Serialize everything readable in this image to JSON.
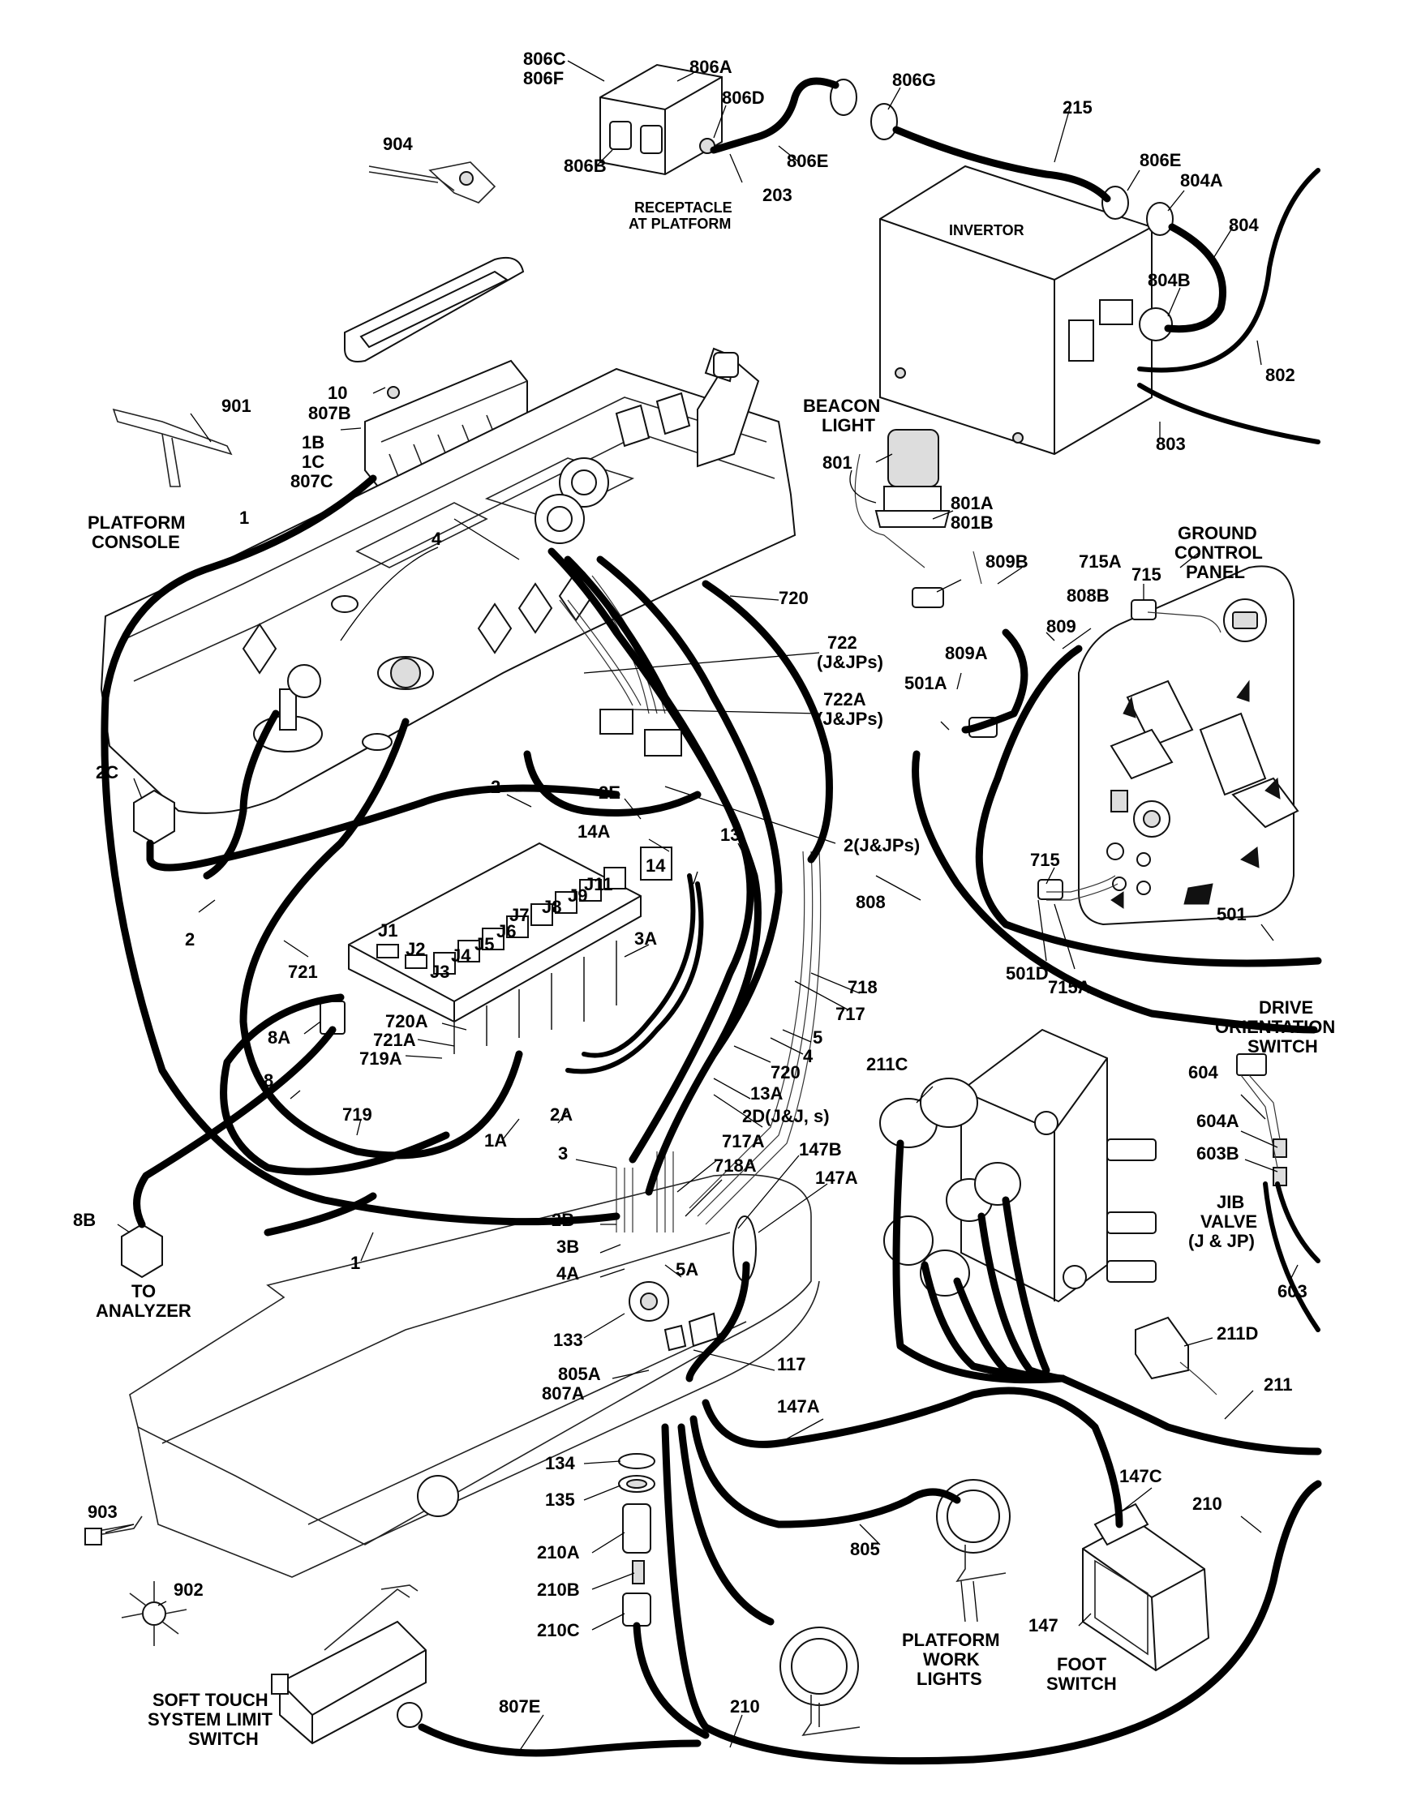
{
  "diagram": {
    "labels": [
      {
        "id": "l-806c",
        "text": "806C"
      },
      {
        "id": "l-806f",
        "text": "806F"
      },
      {
        "id": "l-806a",
        "text": "806A"
      },
      {
        "id": "l-806d",
        "text": "806D"
      },
      {
        "id": "l-806g",
        "text": "806G"
      },
      {
        "id": "l-806b",
        "text": "806B"
      },
      {
        "id": "l-806e1",
        "text": "806E"
      },
      {
        "id": "l-203",
        "text": "203"
      },
      {
        "id": "l-215",
        "text": "215"
      },
      {
        "id": "l-904",
        "text": "904"
      },
      {
        "id": "l-receptacle1",
        "text": "RECEPTACLE"
      },
      {
        "id": "l-receptacle2",
        "text": "AT PLATFORM"
      },
      {
        "id": "l-806e2",
        "text": "806E"
      },
      {
        "id": "l-804a",
        "text": "804A"
      },
      {
        "id": "l-invertor",
        "text": "INVERTOR"
      },
      {
        "id": "l-804",
        "text": "804"
      },
      {
        "id": "l-804b",
        "text": "804B"
      },
      {
        "id": "l-802",
        "text": "802"
      },
      {
        "id": "l-803",
        "text": "803"
      },
      {
        "id": "l-10",
        "text": "10"
      },
      {
        "id": "l-807b",
        "text": "807B"
      },
      {
        "id": "l-901",
        "text": "901"
      },
      {
        "id": "l-1b",
        "text": "1B"
      },
      {
        "id": "l-1c",
        "text": "1C"
      },
      {
        "id": "l-807c",
        "text": "807C"
      },
      {
        "id": "l-beacon1",
        "text": "BEACON"
      },
      {
        "id": "l-beacon2",
        "text": "LIGHT"
      },
      {
        "id": "l-801",
        "text": "801"
      },
      {
        "id": "l-801a",
        "text": "801A"
      },
      {
        "id": "l-801b",
        "text": "801B"
      },
      {
        "id": "l-platcons1",
        "text": "PLATFORM"
      },
      {
        "id": "l-platcons2",
        "text": "CONSOLE"
      },
      {
        "id": "l-1top",
        "text": "1"
      },
      {
        "id": "l-4top",
        "text": "4"
      },
      {
        "id": "l-ground1",
        "text": "GROUND"
      },
      {
        "id": "l-ground2",
        "text": "CONTROL"
      },
      {
        "id": "l-ground3",
        "text": "PANEL"
      },
      {
        "id": "l-715a1",
        "text": "715A"
      },
      {
        "id": "l-715-1",
        "text": "715"
      },
      {
        "id": "l-809b",
        "text": "809B"
      },
      {
        "id": "l-720a",
        "text": "720"
      },
      {
        "id": "l-808b",
        "text": "808B"
      },
      {
        "id": "l-809",
        "text": "809"
      },
      {
        "id": "l-722",
        "text": "722"
      },
      {
        "id": "l-722j",
        "text": "(J&JPs)"
      },
      {
        "id": "l-809a",
        "text": "809A"
      },
      {
        "id": "l-501a",
        "text": "501A"
      },
      {
        "id": "l-722a",
        "text": "722A"
      },
      {
        "id": "l-722aj",
        "text": "(J&JPs)"
      },
      {
        "id": "l-2c",
        "text": "2C"
      },
      {
        "id": "l-2mid",
        "text": "2"
      },
      {
        "id": "l-2e",
        "text": "2E"
      },
      {
        "id": "l-14a",
        "text": "14A"
      },
      {
        "id": "l-13",
        "text": "13"
      },
      {
        "id": "l-2jjps",
        "text": "2(J&JPs)"
      },
      {
        "id": "l-14",
        "text": "14"
      },
      {
        "id": "l-715-2",
        "text": "715"
      },
      {
        "id": "l-j11",
        "text": "J11"
      },
      {
        "id": "l-j9",
        "text": "J9"
      },
      {
        "id": "l-j8",
        "text": "J8"
      },
      {
        "id": "l-j7",
        "text": "J7"
      },
      {
        "id": "l-j6",
        "text": "J6"
      },
      {
        "id": "l-j5",
        "text": "J5"
      },
      {
        "id": "l-j4",
        "text": "J4"
      },
      {
        "id": "l-j3",
        "text": "J3"
      },
      {
        "id": "l-j2",
        "text": "J2"
      },
      {
        "id": "l-j1",
        "text": "J1"
      },
      {
        "id": "l-808",
        "text": "808"
      },
      {
        "id": "l-501",
        "text": "501"
      },
      {
        "id": "l-2left",
        "text": "2"
      },
      {
        "id": "l-721",
        "text": "721"
      },
      {
        "id": "l-3a",
        "text": "3A"
      },
      {
        "id": "l-501d",
        "text": "501D"
      },
      {
        "id": "l-715a2",
        "text": "715A"
      },
      {
        "id": "l-718",
        "text": "718"
      },
      {
        "id": "l-717",
        "text": "717"
      },
      {
        "id": "l-drive1",
        "text": "DRIVE"
      },
      {
        "id": "l-drive2",
        "text": "ORIENTATION"
      },
      {
        "id": "l-drive3",
        "text": "SWITCH"
      },
      {
        "id": "l-8a",
        "text": "8A"
      },
      {
        "id": "l-720a2",
        "text": "720A"
      },
      {
        "id": "l-721a",
        "text": "721A"
      },
      {
        "id": "l-719a",
        "text": "719A"
      },
      {
        "id": "l-5",
        "text": "5"
      },
      {
        "id": "l-4",
        "text": "4"
      },
      {
        "id": "l-720b",
        "text": "720"
      },
      {
        "id": "l-211c",
        "text": "211C"
      },
      {
        "id": "l-604",
        "text": "604"
      },
      {
        "id": "l-13a",
        "text": "13A"
      },
      {
        "id": "l-2d",
        "text": "2D(J&J, s)"
      },
      {
        "id": "l-8",
        "text": "8"
      },
      {
        "id": "l-719",
        "text": "719"
      },
      {
        "id": "l-2a",
        "text": "2A"
      },
      {
        "id": "l-1a",
        "text": "1A"
      },
      {
        "id": "l-604a",
        "text": "604A"
      },
      {
        "id": "l-603b",
        "text": "603B"
      },
      {
        "id": "l-3",
        "text": "3"
      },
      {
        "id": "l-717a",
        "text": "717A"
      },
      {
        "id": "l-147b",
        "text": "147B"
      },
      {
        "id": "l-718a",
        "text": "718A"
      },
      {
        "id": "l-147a1",
        "text": "147A"
      },
      {
        "id": "l-jib1",
        "text": "JIB"
      },
      {
        "id": "l-jib2",
        "text": "VALVE"
      },
      {
        "id": "l-jib3",
        "text": "(J & JP)"
      },
      {
        "id": "l-8b",
        "text": "8B"
      },
      {
        "id": "l-2b",
        "text": "2B"
      },
      {
        "id": "l-3b",
        "text": "3B"
      },
      {
        "id": "l-1bot",
        "text": "1"
      },
      {
        "id": "l-4a",
        "text": "4A"
      },
      {
        "id": "l-5a",
        "text": "5A"
      },
      {
        "id": "l-603",
        "text": "603"
      },
      {
        "id": "l-analyzer1",
        "text": "TO"
      },
      {
        "id": "l-analyzer2",
        "text": "ANALYZER"
      },
      {
        "id": "l-133",
        "text": "133"
      },
      {
        "id": "l-211d",
        "text": "211D"
      },
      {
        "id": "l-117",
        "text": "117"
      },
      {
        "id": "l-805a",
        "text": "805A"
      },
      {
        "id": "l-807a",
        "text": "807A"
      },
      {
        "id": "l-147a2",
        "text": "147A"
      },
      {
        "id": "l-211",
        "text": "211"
      },
      {
        "id": "l-134",
        "text": "134"
      },
      {
        "id": "l-147c",
        "text": "147C"
      },
      {
        "id": "l-210a",
        "text": "210"
      },
      {
        "id": "l-135",
        "text": "135"
      },
      {
        "id": "l-903",
        "text": "903"
      },
      {
        "id": "l-210al",
        "text": "210A"
      },
      {
        "id": "l-805",
        "text": "805"
      },
      {
        "id": "l-902",
        "text": "902"
      },
      {
        "id": "l-210b",
        "text": "210B"
      },
      {
        "id": "l-147",
        "text": "147"
      },
      {
        "id": "l-210c",
        "text": "210C"
      },
      {
        "id": "l-pwl1",
        "text": "PLATFORM"
      },
      {
        "id": "l-pwl2",
        "text": "WORK"
      },
      {
        "id": "l-pwl3",
        "text": "LIGHTS"
      },
      {
        "id": "l-foot1",
        "text": "FOOT"
      },
      {
        "id": "l-foot2",
        "text": "SWITCH"
      },
      {
        "id": "l-soft1",
        "text": "SOFT TOUCH"
      },
      {
        "id": "l-soft2",
        "text": "SYSTEM LIMIT"
      },
      {
        "id": "l-soft3",
        "text": "SWITCH"
      },
      {
        "id": "l-807e",
        "text": "807E"
      },
      {
        "id": "l-210bot",
        "text": "210"
      }
    ]
  }
}
